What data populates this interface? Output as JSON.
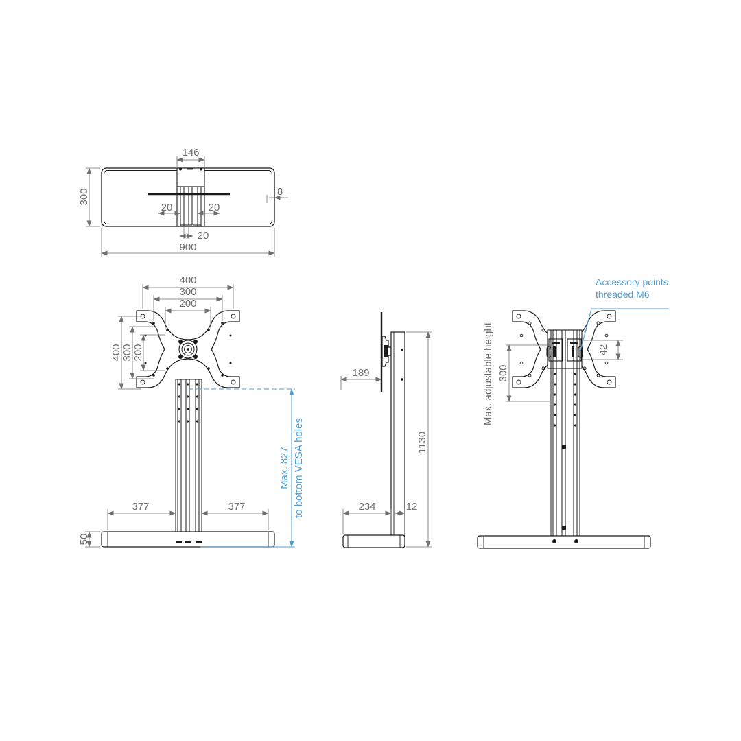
{
  "drawing": {
    "title": "TV floor stand technical drawing",
    "background": "#ffffff",
    "line_color": "#1a1a1a",
    "dimension_color": "#6e6e6e",
    "annotation_color": "#4f9ed4",
    "units": "mm"
  },
  "views": {
    "top": {
      "name": "top-view",
      "dimensions": {
        "base_width": "900",
        "base_depth": "300",
        "mount_width": "146",
        "wall_thickness": "8",
        "offset_left": "20",
        "offset_right": "20",
        "offset_center": "20"
      }
    },
    "front": {
      "name": "front-view",
      "dimensions": {
        "vesa_width_outer": "400",
        "vesa_width_mid": "300",
        "vesa_width_inner": "200",
        "vesa_height_outer": "400",
        "vesa_height_mid": "300",
        "vesa_height_inner": "200",
        "base_half_left": "377",
        "base_half_right": "377",
        "base_height": "50"
      },
      "annotation": {
        "max_height_value": "Max. 827",
        "max_height_note": "to bottom VESA holes"
      }
    },
    "side": {
      "name": "side-view",
      "dimensions": {
        "screen_offset": "189",
        "total_height": "1130",
        "base_depth": "234",
        "column_thickness": "12"
      }
    },
    "rear": {
      "name": "rear-view",
      "dimensions": {
        "adjustable_height_value": "300",
        "bracket_spacing": "42"
      },
      "labels": {
        "adjustable_height": "Max. adjustable height"
      },
      "annotation": {
        "accessory_line1": "Accessory points",
        "accessory_line2": "threaded M6"
      }
    }
  }
}
